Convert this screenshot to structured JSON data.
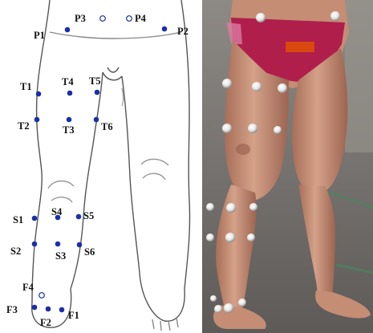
{
  "figure": {
    "labels": {
      "P1": "P1",
      "P2": "P2",
      "P3": "P3",
      "P4": "P4",
      "T1": "T1",
      "T2": "T2",
      "T3": "T3",
      "T4": "T4",
      "T5": "T5",
      "T6": "T6",
      "S1": "S1",
      "S2": "S2",
      "S3": "S3",
      "S4": "S4",
      "S5": "S5",
      "S6": "S6",
      "F1": "F1",
      "F2": "F2",
      "F3": "F3",
      "F4": "F4"
    },
    "colors": {
      "marker_fill": "#1a2fa8",
      "marker_open_stroke": "#1a2fa8",
      "outline": "#555555",
      "floor": "#6f6c6a",
      "skin": "#c9937a",
      "briefs": "#b01e4c",
      "reflective_marker": "#e8e8e8"
    },
    "icons": {
      "filled_marker": "filled-dot-icon",
      "open_marker": "open-circle-icon"
    }
  }
}
